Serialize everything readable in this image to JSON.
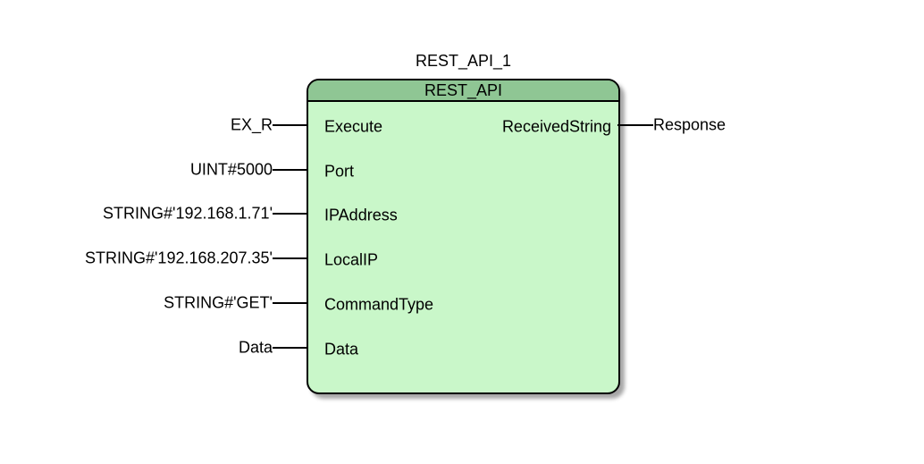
{
  "diagram": {
    "instance_name": "REST_API_1",
    "block_type": "REST_API",
    "inputs": [
      {
        "pin": "Execute",
        "value": "EX_R"
      },
      {
        "pin": "Port",
        "value": "UINT#5000"
      },
      {
        "pin": "IPAddress",
        "value": "STRING#'192.168.1.71'"
      },
      {
        "pin": "LocalIP",
        "value": "STRING#'192.168.207.35'"
      },
      {
        "pin": "CommandType",
        "value": "STRING#'GET'"
      },
      {
        "pin": "Data",
        "value": "Data"
      }
    ],
    "outputs": [
      {
        "pin": "ReceivedString",
        "value": "Response"
      }
    ],
    "colors": {
      "block_header": "#8fc694",
      "block_body": "#c9f7c9",
      "block_border": "#000000",
      "background": "#ffffff"
    }
  }
}
